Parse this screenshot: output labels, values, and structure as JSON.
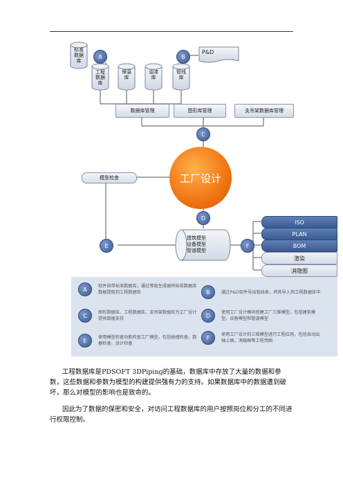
{
  "diagram": {
    "standard_db": "标准数据库",
    "badge_a": "A",
    "badge_b": "B",
    "badge_c": "C",
    "badge_d": "D",
    "badge_e": "E",
    "badge_f": "F",
    "pid_doc": "P&D",
    "project_db": "工程数据库",
    "insulation_db": "保温库",
    "paint_db": "油漆库",
    "pipeline_db": "管线库",
    "db_management": "数据库管理",
    "graphics_management": "图形库管理",
    "support_db_management": "支吊架数据库管理",
    "plant_design": "工厂设计",
    "model_check": "模型检查",
    "models": "建筑模型\n设备模型\n管道模型",
    "outputs": [
      "ISO",
      "PLAN",
      "BOM",
      "渲染",
      "消隐图"
    ]
  },
  "legend": {
    "a": "软件自带标准数据库，通过等级生成器将标准数据库数据提取到工程数据库",
    "b": "通过P&D软件导出管线表，将其导入到工程数据库中",
    "c": "图形数据库、工程数据库、支吊架数据库为工厂设计提供数据支持",
    "d": "使用工厂设计模块搭建工厂三维模型，包括建筑模型、设备模型和管道模型",
    "e": "使用模型检查功能检查工厂模型，包括碰撞检查、数据检查、设计检查",
    "f": "使用工厂设计的三维模型进行工程应用，包括自动出轴上图，消隐图等工程用图"
  },
  "paragraphs": [
    "工程数据库是PDSOFT 3DPiping的基础，数据库中存放了大量的数据和参数，这些数据和参数为模型的构建提供强有力的支持。如果数据库中的数据遭到破坏，那么对模型的影响也是致命的。",
    "因此为了数据的保密和安全，对访问工程数据库的用户按照岗位和分工的不同进行权限控制。"
  ]
}
